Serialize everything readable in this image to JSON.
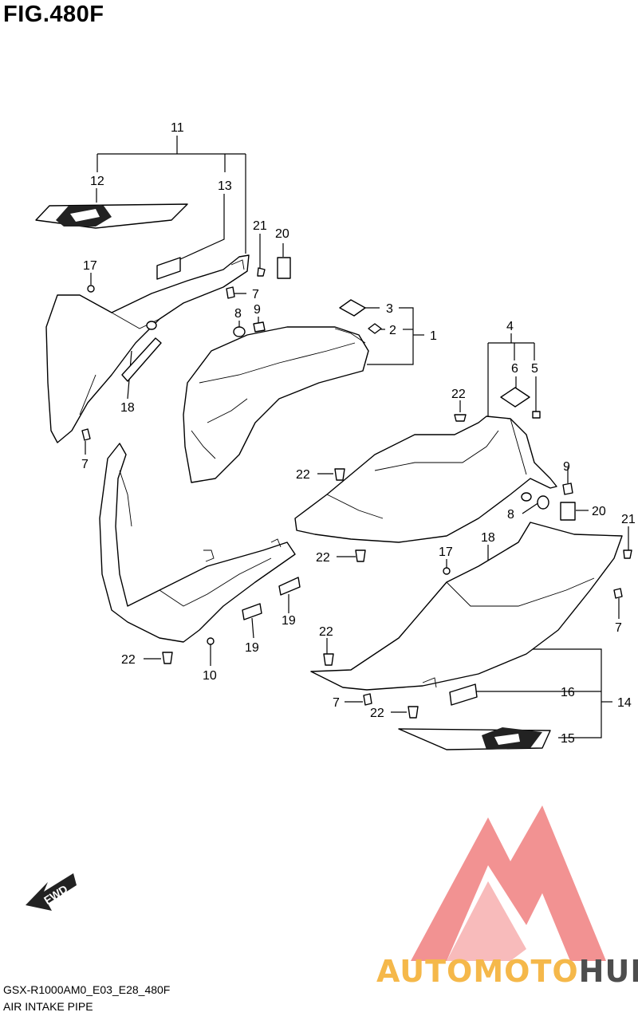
{
  "figure": {
    "title": "FIG.480F"
  },
  "footer": {
    "code": "GSX-R1000AM0_E03_E28_480F",
    "name": "AIR INTAKE PIPE"
  },
  "fwd_badge": "FWD",
  "watermark": {
    "part1": "AUTOMOTO",
    "part2": "HUB",
    "colors": {
      "part1": "#f5b84a",
      "part2": "#4d4d4d",
      "logo": "#f08080"
    }
  },
  "callouts": {
    "n11": "11",
    "n12": "12",
    "n13": "13",
    "n17a": "17",
    "n18a": "18",
    "n7a": "7",
    "n7b": "7",
    "n21a": "21",
    "n20a": "20",
    "n8a": "8",
    "n9a": "9",
    "n3": "3",
    "n2": "2",
    "n1": "1",
    "n4": "4",
    "n6": "6",
    "n5": "5",
    "n22a": "22",
    "n22b": "22",
    "n22c": "22",
    "n22d": "22",
    "n22e": "22",
    "n9b": "9",
    "n8b": "8",
    "n20b": "20",
    "n21b": "21",
    "n17b": "17",
    "n18b": "18",
    "n7c": "7",
    "n7d": "7",
    "n19a": "19",
    "n19b": "19",
    "n10": "10",
    "n16": "16",
    "n14": "14",
    "n15": "15"
  }
}
